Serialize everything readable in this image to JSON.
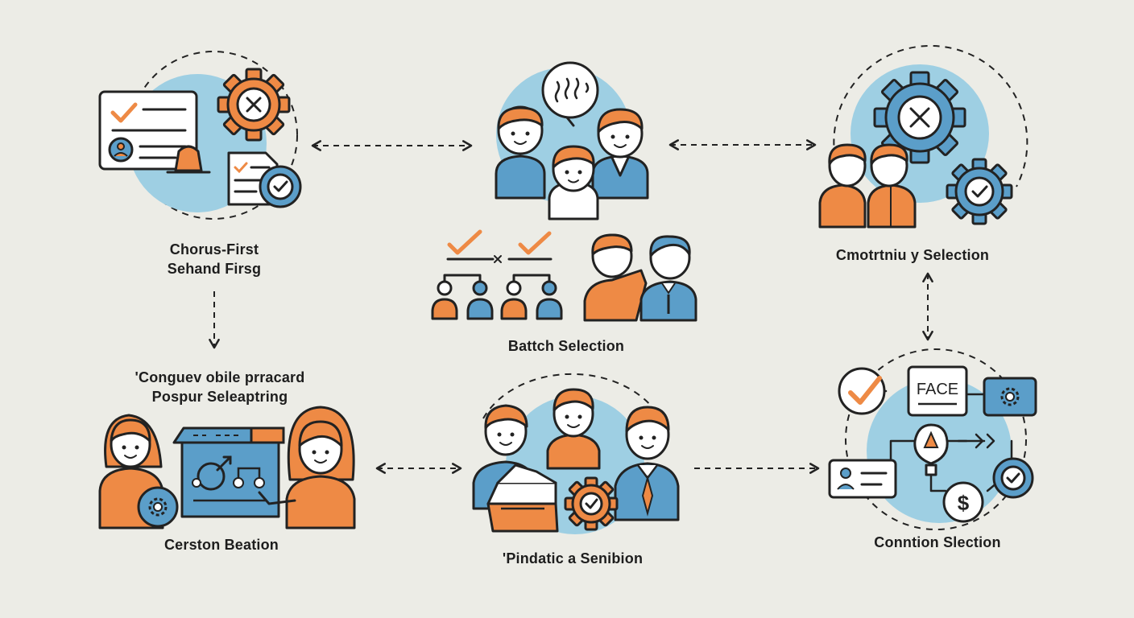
{
  "colors": {
    "background": "#ecece6",
    "blue_disc": "#9ecfe3",
    "blue": "#5b9ec9",
    "orange": "#ee8a45",
    "ink": "#222222",
    "paper": "#ffffff"
  },
  "nodes": {
    "choose_first": {
      "line1": "Chorus-First",
      "line2": "Sehand Firsg"
    },
    "batch": {
      "label": "Battch Selection"
    },
    "community": {
      "label": "Cmotrtniu y Selection"
    },
    "conquer": {
      "line1": "'Conguev obile prracard",
      "line2": "Pospur Seleaptring"
    },
    "cerston": {
      "label": "Cerston Beation"
    },
    "pindatic": {
      "label": "'Pindatic a Senibion"
    },
    "connection": {
      "label": "Conntion Slection",
      "card_text": "FACE"
    }
  },
  "icons": [
    "checklist-card-icon",
    "gear-x-icon",
    "bell-icon",
    "checklist-badge-icon",
    "brain-bubble-icon",
    "team-icon",
    "org-chart-icon",
    "handshake-icon",
    "gear-x-icon",
    "gear-check-icon",
    "presentation-board-icon",
    "box-icon",
    "gear-check-icon",
    "checkmark-circle-icon",
    "lightbulb-icon",
    "dollar-coin-icon",
    "id-card-icon"
  ]
}
